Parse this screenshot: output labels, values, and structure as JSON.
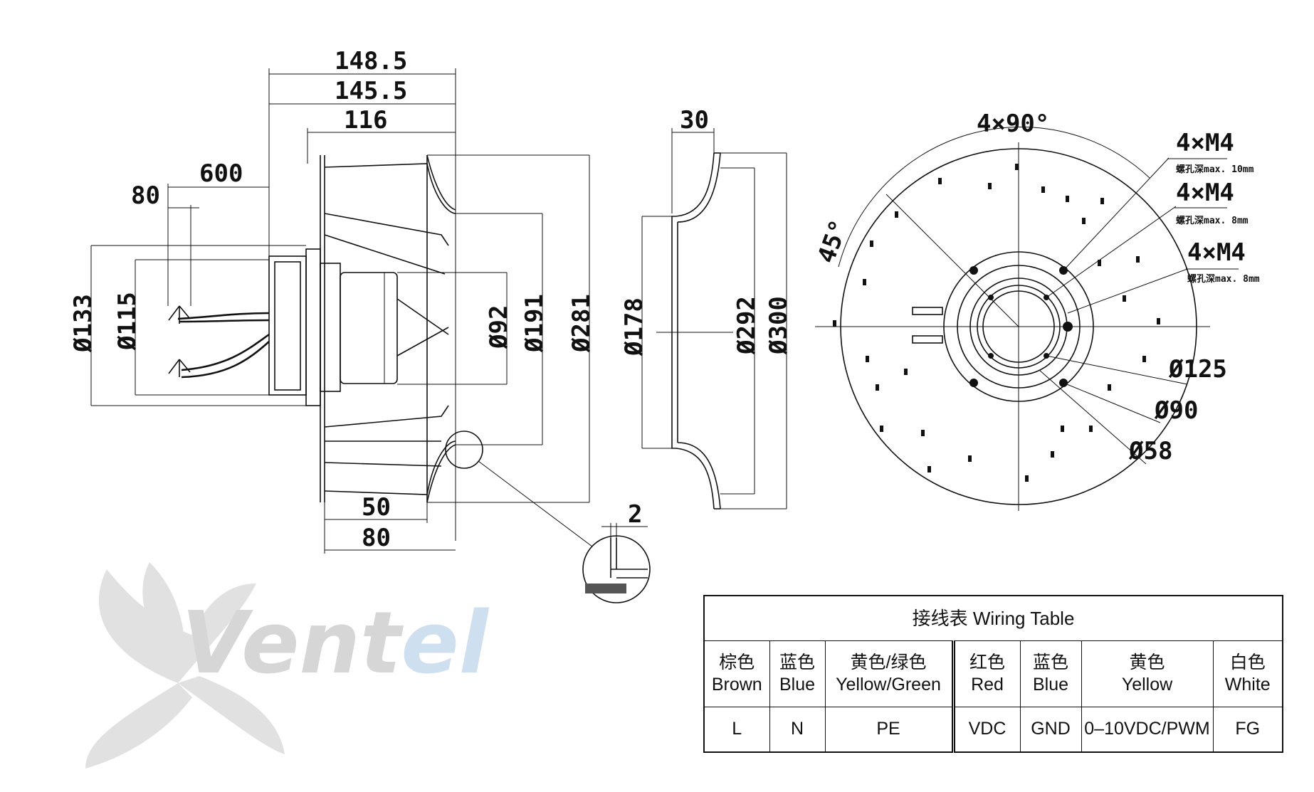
{
  "dimensions": {
    "side": {
      "total_length": "148.5",
      "body_length": "145.5",
      "impeller_length": "116",
      "cable_length": "600",
      "lead_length": "80",
      "blade_50": "50",
      "blade_80": "80",
      "detail_gap": "2",
      "d133": "Ø133",
      "d115": "Ø115",
      "d92": "Ø92",
      "d191": "Ø191",
      "d281": "Ø281"
    },
    "inlet_ring": {
      "width": "30",
      "d178": "Ø178",
      "d292": "Ø292",
      "d300": "Ø300"
    },
    "front": {
      "angle_pattern": "4×90°",
      "angle_45": "45°",
      "screw1": "4×M4",
      "screw1_note": "螺孔深max. 10mm",
      "screw2": "4×M4",
      "screw2_note": "螺孔深max. 8mm",
      "screw3": "4×M4",
      "screw3_note": "螺孔深max. 8mm",
      "d125": "Ø125",
      "d90": "Ø90",
      "d58": "Ø58"
    }
  },
  "watermark": "Ventel",
  "colors": {
    "watermark_gray": "#d4d4d4",
    "watermark_blue": "#c9dcef",
    "line": "#111111"
  },
  "wiring_table": {
    "title": "接线表  Wiring Table",
    "columns": [
      {
        "cn": "棕色",
        "en": "Brown",
        "value": "L"
      },
      {
        "cn": "蓝色",
        "en": "Blue",
        "value": "N"
      },
      {
        "cn": "黄色/绿色",
        "en": "Yellow/Green",
        "value": "PE"
      },
      {
        "cn": "红色",
        "en": "Red",
        "value": "VDC"
      },
      {
        "cn": "蓝色",
        "en": "Blue",
        "value": "GND"
      },
      {
        "cn": "黄色",
        "en": "Yellow",
        "value": "0–10VDC/PWM"
      },
      {
        "cn": "白色",
        "en": "White",
        "value": "FG"
      }
    ]
  }
}
